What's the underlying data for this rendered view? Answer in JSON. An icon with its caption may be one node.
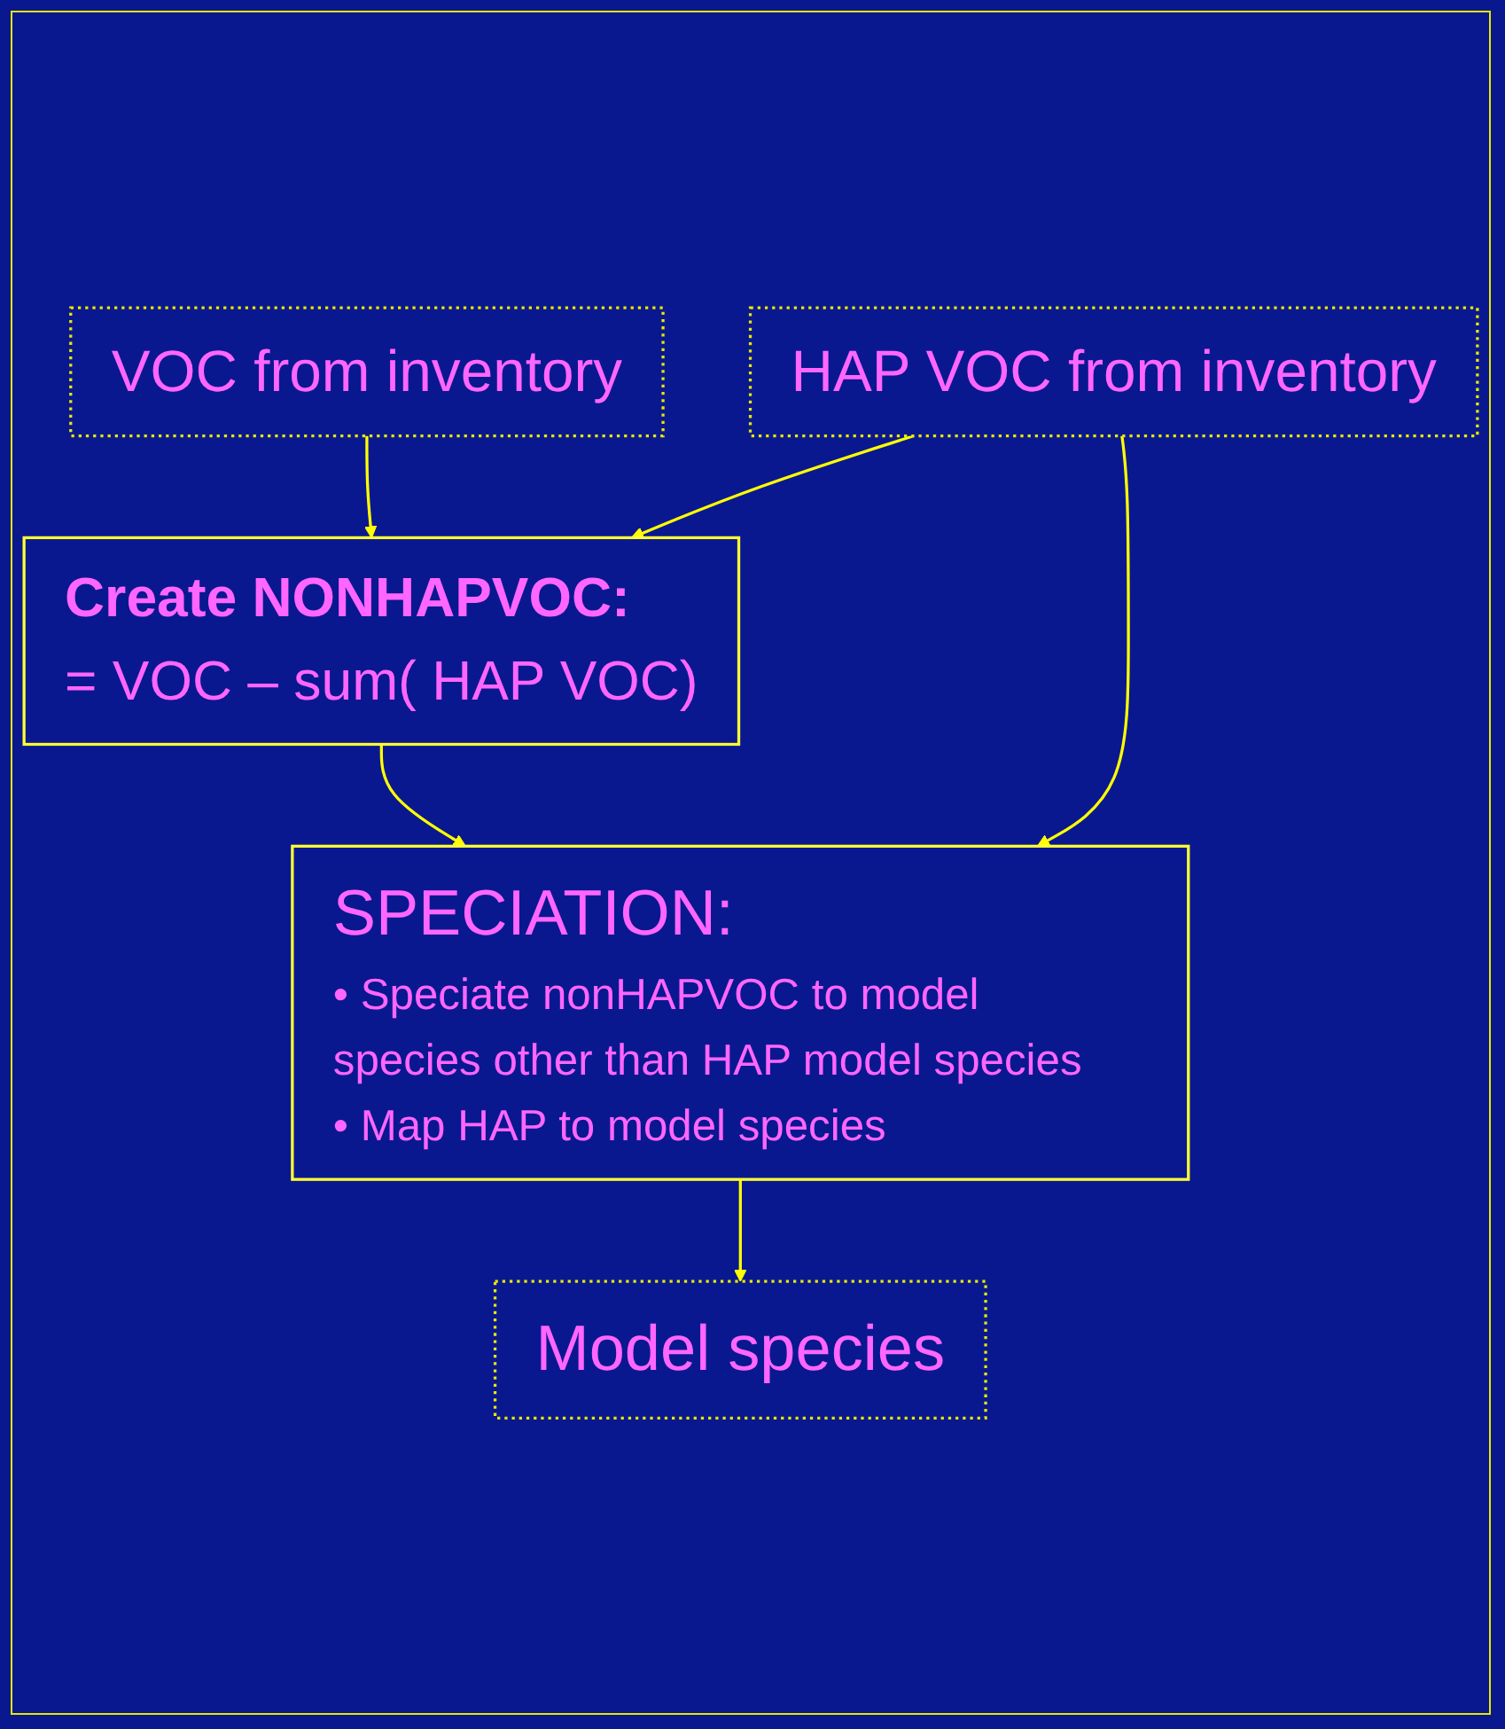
{
  "diagram": {
    "nodes": [
      {
        "text": [
          "VOC from inventory"
        ]
      },
      {
        "text": [
          "HAP VOC from inventory"
        ]
      },
      {
        "text": [
          "Create NONHAPVOC:",
          "= VOC – sum( HAP VOC)"
        ]
      },
      {
        "text": [
          "SPECIATION:",
          "• Speciate nonHAPVOC to model species other than HAP model species",
          "• Map HAP to model species"
        ]
      },
      {
        "text": [
          "Model species"
        ]
      }
    ],
    "edges": [
      {
        "from": 0,
        "to": 2,
        "arrow": "to"
      },
      {
        "from": 1,
        "to": 2,
        "arrow": "to"
      },
      {
        "from": 1,
        "to": 3,
        "arrow": "to"
      },
      {
        "from": 2,
        "to": 3,
        "arrow": "to"
      },
      {
        "from": 3,
        "to": 4,
        "arrow": "to"
      }
    ]
  }
}
